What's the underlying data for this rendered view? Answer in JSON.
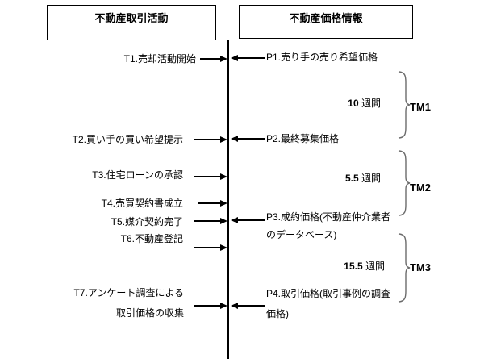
{
  "headers": {
    "left": "不動産取引活動",
    "right": "不動産価格情報"
  },
  "timeline_events": {
    "t1": "T1.売却活動開始",
    "t2": "T2.買い手の買い希望提示",
    "t3": "T3.住宅ローンの承認",
    "t4": "T4.売買契約書成立",
    "t5": "T5.媒介契約完了",
    "t6": "T6.不動産登記",
    "t7_line1": "T7.アンケート調査による",
    "t7_line2": "取引価格の収集"
  },
  "price_events": {
    "p1": "P1.売り手の売り希望価格",
    "p2": "P2.最終募集価格",
    "p3_line1": "P3.成約価格(不動産仲介業者",
    "p3_line2": "のデータベース)",
    "p4_line1": "P4.取引価格(取引事例の調査",
    "p4_line2": "価格)"
  },
  "intervals": {
    "tm1": {
      "duration": "10",
      "unit": "週間",
      "label": "TM1"
    },
    "tm2": {
      "duration": "5.5",
      "unit": "週間",
      "label": "TM2"
    },
    "tm3": {
      "duration": "15.5",
      "unit": "週間",
      "label": "TM3"
    }
  },
  "colors": {
    "line": "#000000",
    "brace": "#6b6b6b",
    "text": "#000000",
    "background": "#ffffff"
  }
}
